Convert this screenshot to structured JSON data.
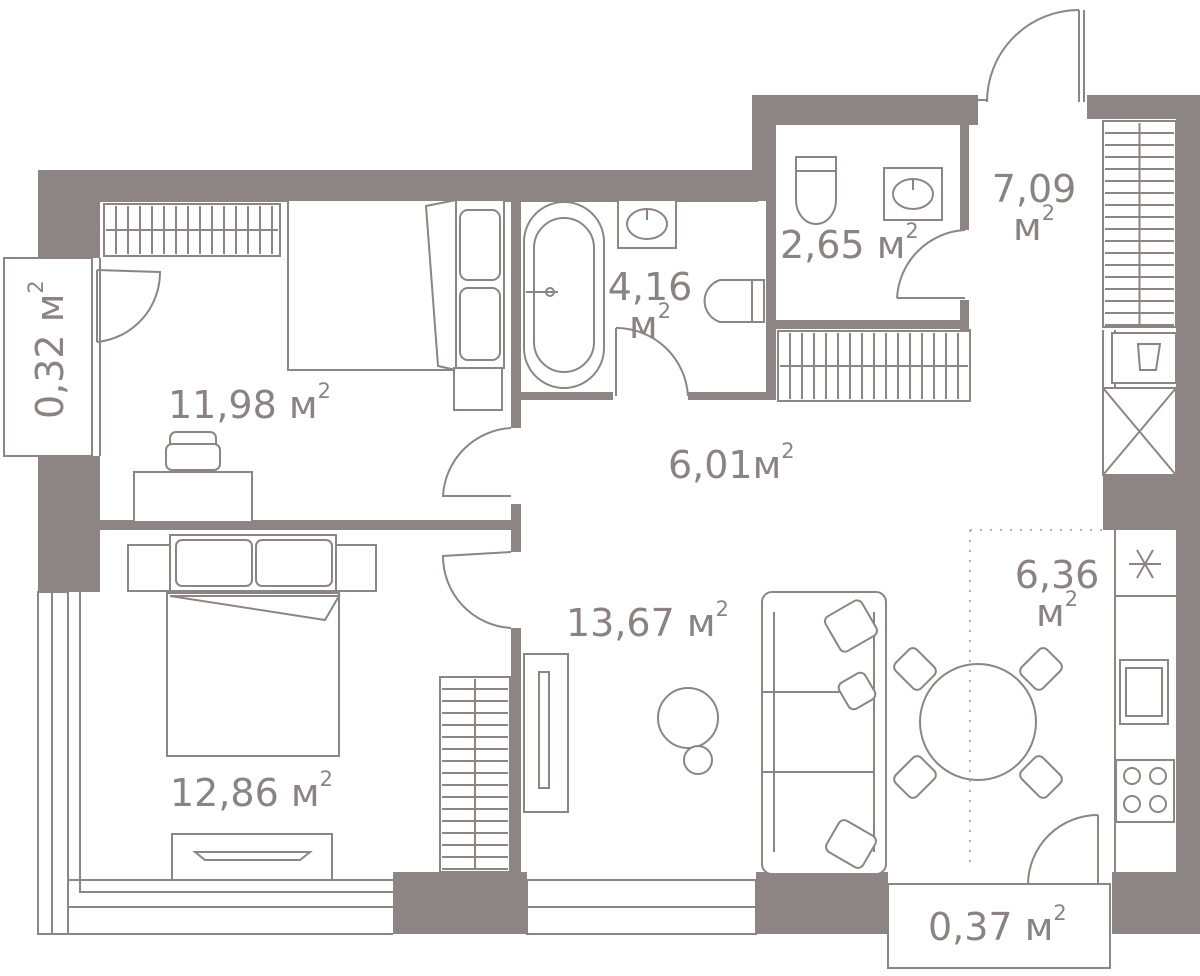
{
  "plan": {
    "unit": "м",
    "unit_superscript": "2",
    "areas": {
      "balcony_left": "0,32",
      "bedroom_top": "11,98",
      "bathroom": "4,16",
      "wc": "2,65",
      "hall_entry": "7,09",
      "corridor": "6,01",
      "kitchen": "6,36",
      "living": "13,67",
      "bedroom_bottom": "12,86",
      "balcony_bottom": "0,37"
    }
  }
}
